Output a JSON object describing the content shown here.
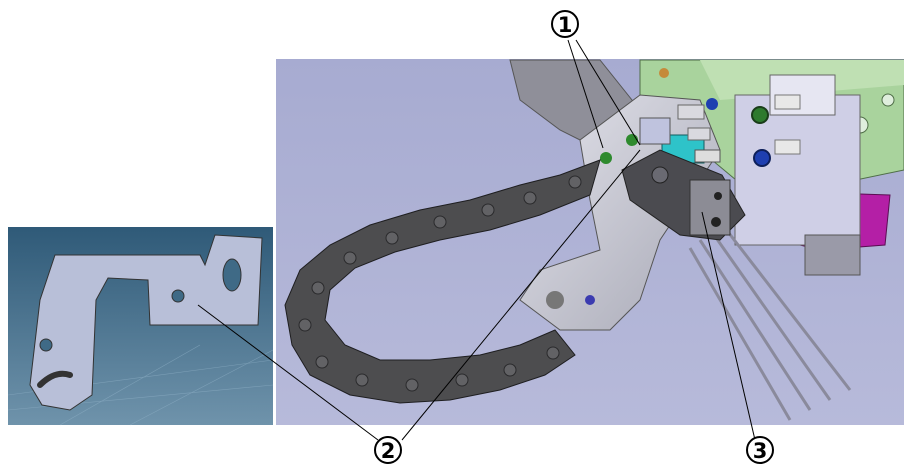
{
  "callouts": [
    {
      "id": "c1",
      "label": "1"
    },
    {
      "id": "c2",
      "label": "2"
    },
    {
      "id": "c3",
      "label": "3"
    }
  ],
  "colors": {
    "main_background": "#aeb2d6",
    "inset_background": "#3f6a86",
    "chain": "#4d4d4f",
    "bracket": "#c7c7cf",
    "valve_green": "#a9d39d",
    "magenta_plate": "#b41fa6",
    "teal_block": "#2ec3c9"
  }
}
